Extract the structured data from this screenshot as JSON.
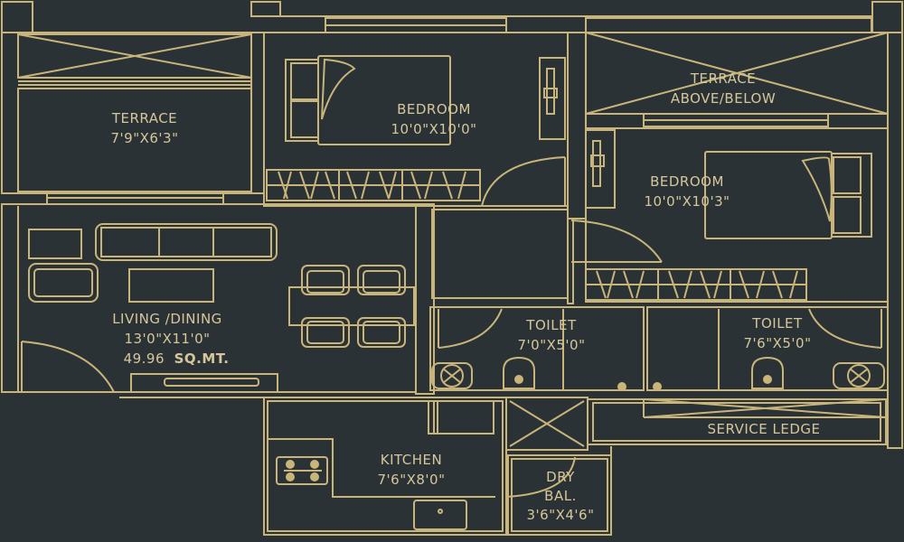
{
  "colors": {
    "background": "#2a3236",
    "line": "#c9b57a",
    "text": "#d6c79a"
  },
  "rooms": {
    "terrace": {
      "name": "TERRACE",
      "size": "7'9\"X6'3\""
    },
    "bedroom1": {
      "name": "BEDROOM",
      "size": "10'0\"X10'0\""
    },
    "terrace2": {
      "name": "TERRACE",
      "name2": "ABOVE/BELOW"
    },
    "bedroom2": {
      "name": "BEDROOM",
      "size": "10'0\"X10'3\""
    },
    "living": {
      "name": "LIVING /DINING",
      "size": "13'0\"X11'0\""
    },
    "toilet1": {
      "name": "TOILET",
      "size": "7'0\"X5'0\""
    },
    "toilet2": {
      "name": "TOILET",
      "size": "7'6\"X5'0\""
    },
    "service": {
      "name": "SERVICE LEDGE"
    },
    "kitchen": {
      "name": "KITCHEN",
      "size": "7'6\"X8'0\""
    },
    "dry": {
      "name": "DRY",
      "name2": "BAL.",
      "size": "3'6\"X4'6\""
    }
  },
  "area": {
    "value": "49.96",
    "unit": "SQ.MT."
  }
}
